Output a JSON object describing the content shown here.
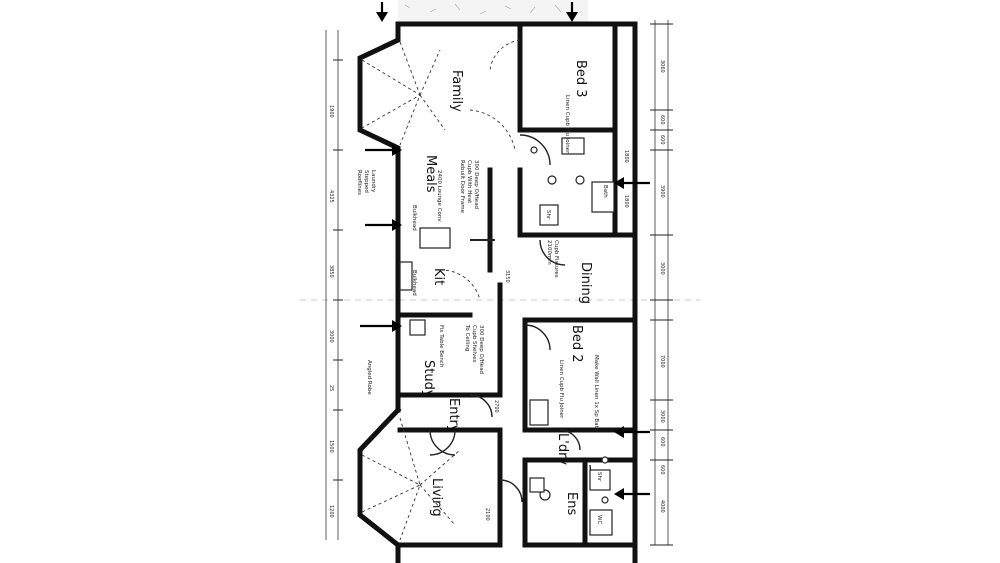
{
  "rooms": {
    "family": "Family",
    "bed3": "Bed 3",
    "meals": "Meals",
    "dining": "Dining",
    "kit": "Kit",
    "bed2": "Bed 2",
    "study": "Study",
    "entry": "Entry",
    "ldry": "L'dry",
    "ens": "Ens",
    "living": "Living"
  },
  "notes": {
    "bed3_robe": "Linen Cupb Flu Joiner",
    "bed2_robe": "Linen Cupb Flu Joiner",
    "bed2_wir": "Make Wall Linen 1x Sp Bath",
    "meals_n1": "300 Deep O/Head",
    "meals_n2": "Cupb With Heat",
    "meals_n3": "Rebuilt Door Frame",
    "meals_n4": "Bulkhead",
    "meals_n5": "2400 Lounge Conv",
    "dining_n1": "2100mm",
    "dining_n2": "Cupb Fixtures",
    "study_n1": "300 Deep O/Head",
    "study_n2": "Cupb Shelves",
    "study_n3": "To Ceiling",
    "study_n4": "Fix Table Bench",
    "kit_n1": "Bulkhead",
    "entry_n1": "Angled Robe",
    "ens_n1": "WC",
    "ldry_n1": "Shr",
    "left_n1": "Laundry",
    "left_n2": "Stepped",
    "left_n3": "Rooflines",
    "bath": "Bath",
    "shr": "Shr"
  },
  "dims_right": [
    "3060",
    "600",
    "600",
    "3900",
    "3000",
    "7000",
    "3000",
    "600",
    "600",
    "4000"
  ],
  "dims_left": [
    "1900",
    "4325",
    "3850",
    "3000",
    "25",
    "1500",
    "1200"
  ],
  "dims_inner": [
    "1800",
    "1800",
    "3150",
    "2700",
    "2100"
  ]
}
